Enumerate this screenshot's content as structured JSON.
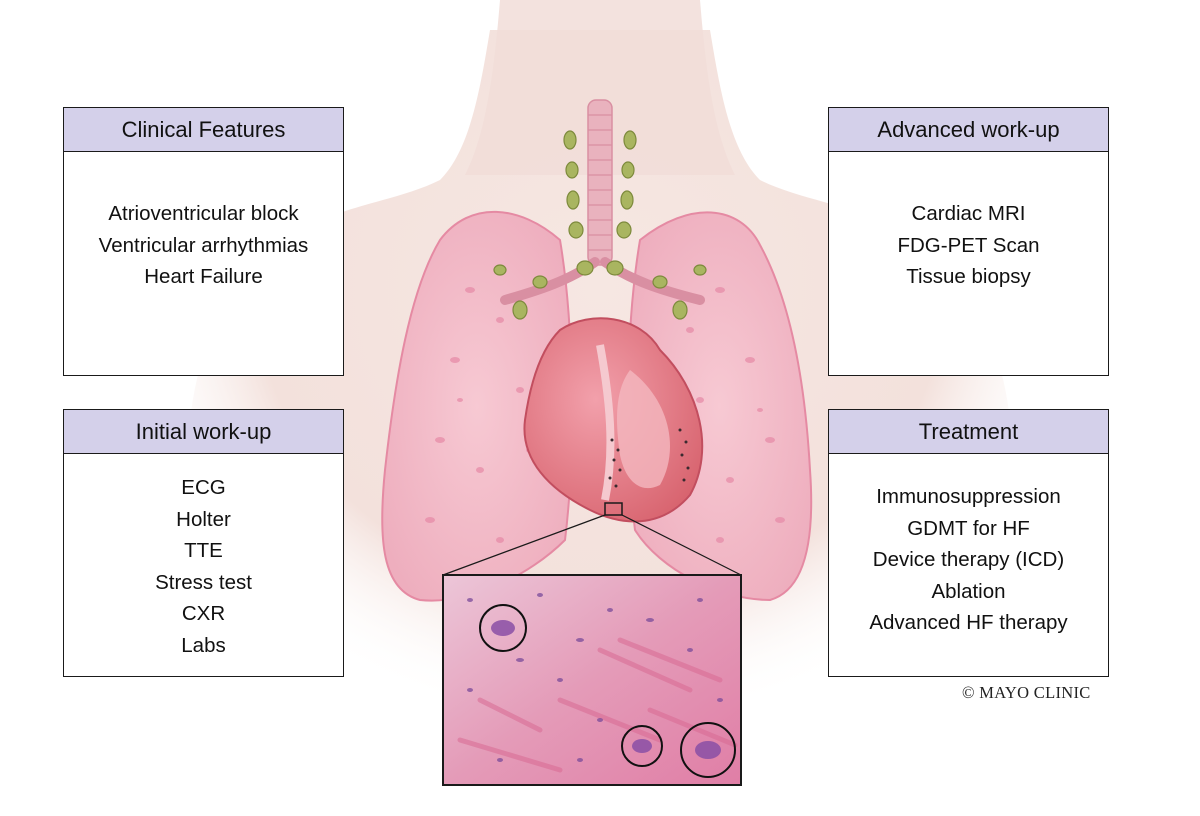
{
  "boxes": {
    "clinical": {
      "title": "Clinical Features",
      "items": [
        "Atrioventricular block",
        "Ventricular arrhythmias",
        "Heart Failure"
      ]
    },
    "advanced": {
      "title": "Advanced work-up",
      "items": [
        "Cardiac MRI",
        "FDG-PET Scan",
        "Tissue biopsy"
      ]
    },
    "initial": {
      "title": "Initial work-up",
      "items": [
        "ECG",
        "Holter",
        "TTE",
        "Stress test",
        "CXR",
        "Labs"
      ]
    },
    "treatment": {
      "title": "Treatment",
      "items": [
        "Immunosuppression",
        "GDMT for HF",
        "Device therapy (ICD)",
        "Ablation",
        "Advanced HF therapy"
      ]
    }
  },
  "copyright": "© MAYO CLINIC",
  "colors": {
    "header_fill": "#d4d0ea",
    "lung": "#f2b8c6",
    "heart": "#e0707e",
    "lymph_node": "#a9b560",
    "histology_bg": "#e7a8c2"
  }
}
